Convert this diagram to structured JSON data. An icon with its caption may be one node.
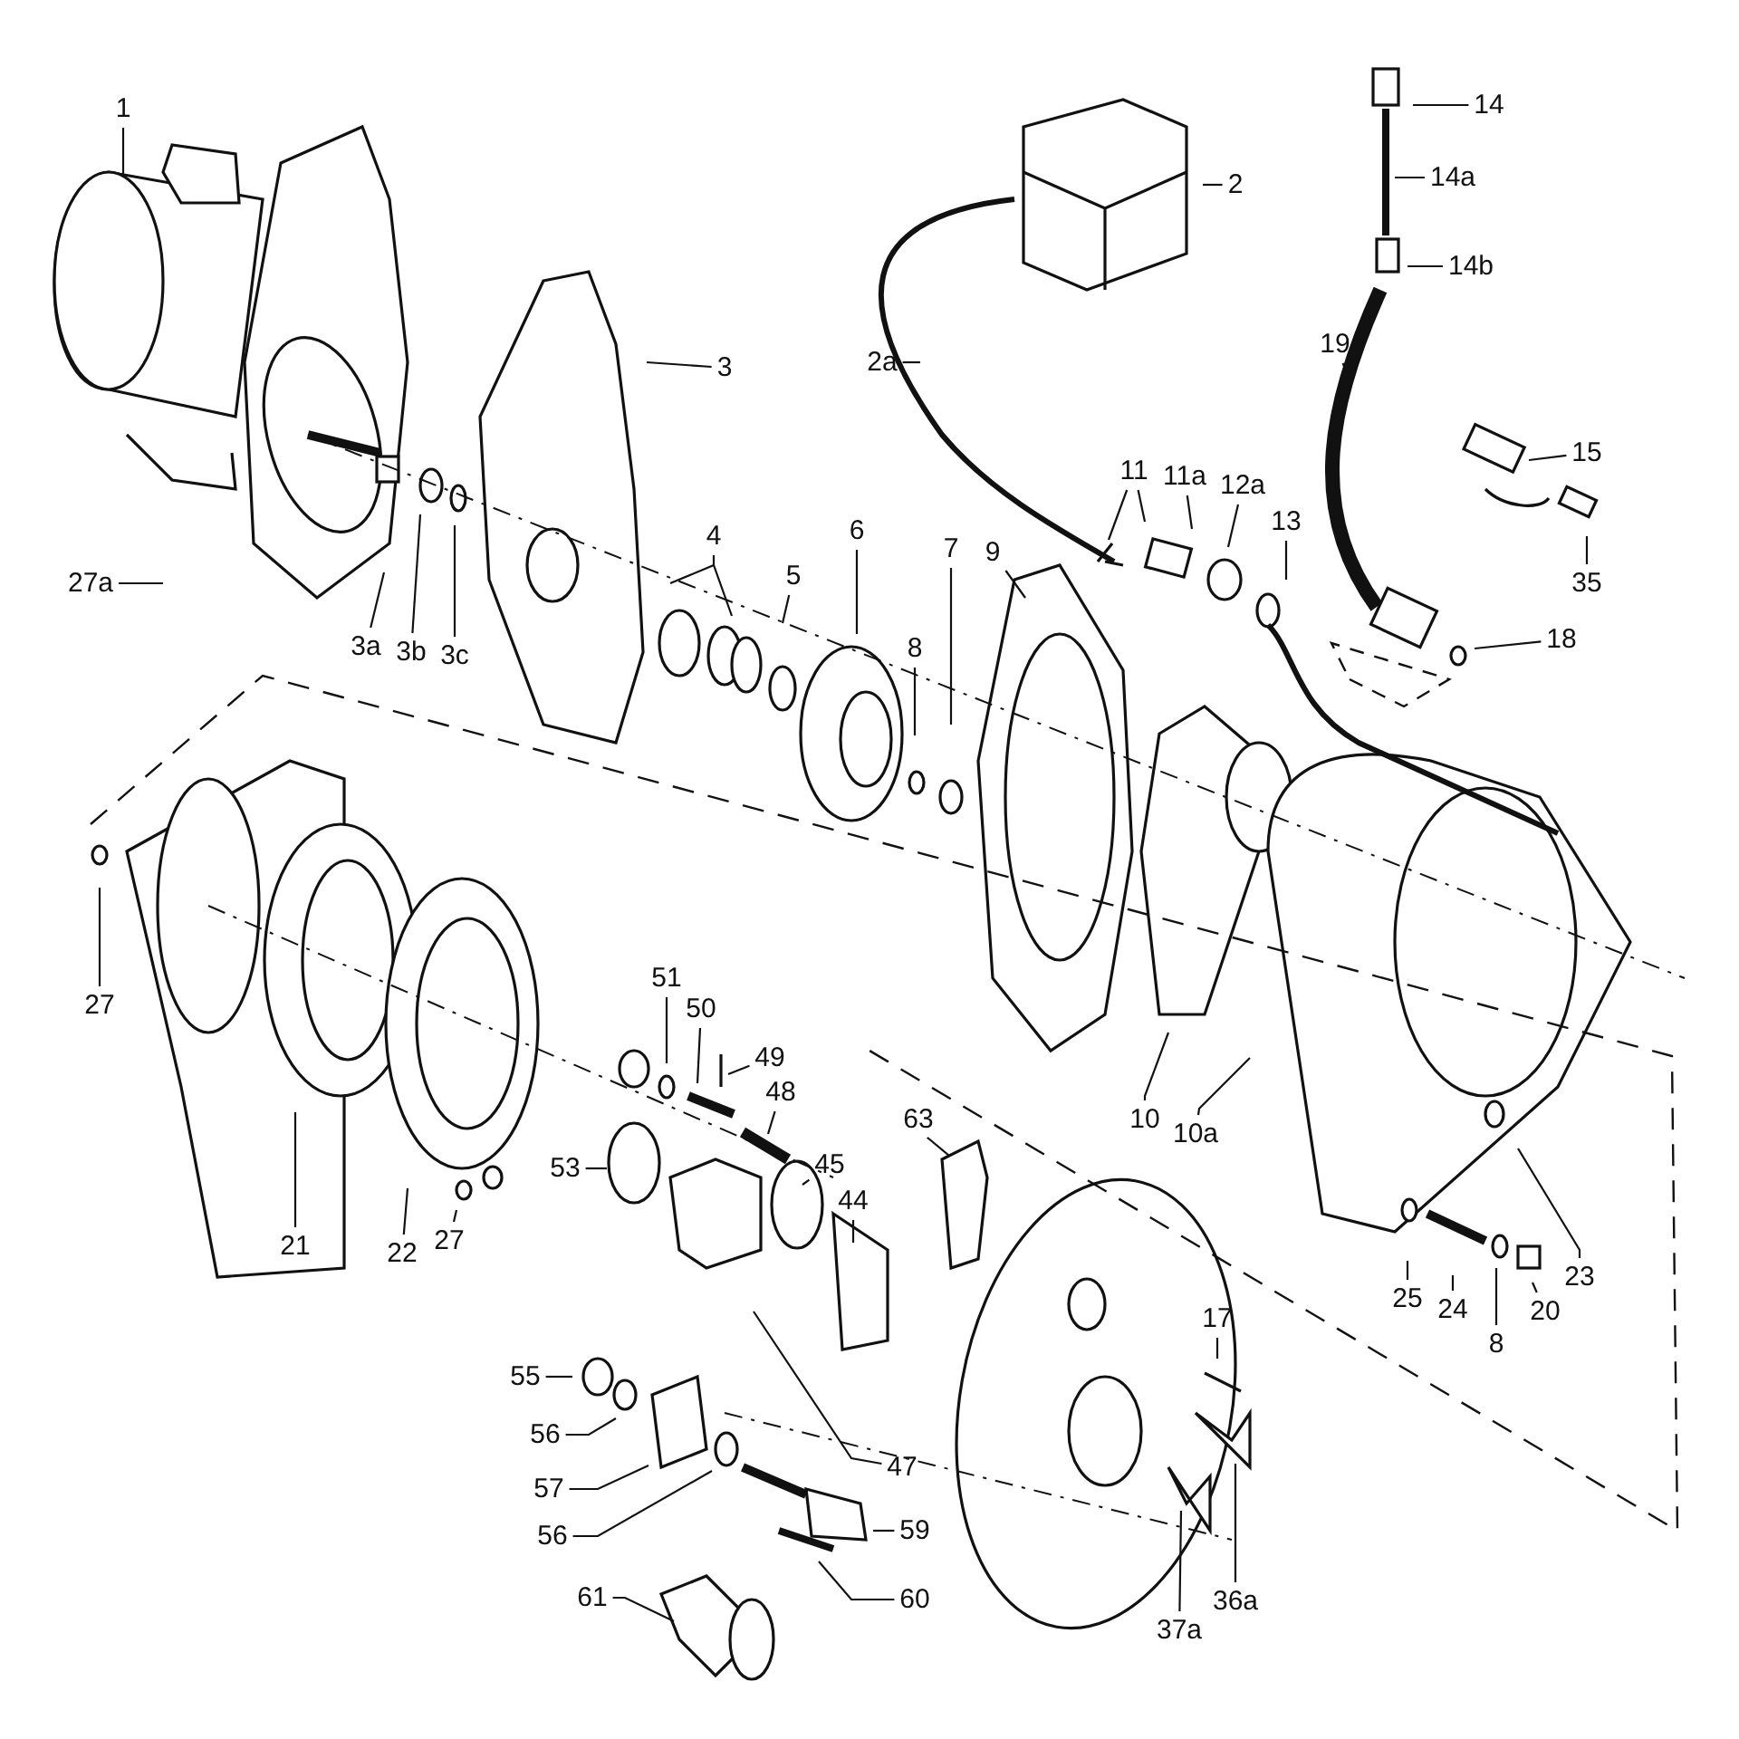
{
  "diagram": {
    "nodes": [
      {
        "text": [
          "1"
        ]
      },
      {
        "text": [
          "2"
        ]
      },
      {
        "text": [
          "3"
        ]
      },
      {
        "text": [
          "27a"
        ]
      },
      {
        "text": [
          "3a"
        ]
      },
      {
        "text": [
          "3b"
        ]
      },
      {
        "text": [
          "3c"
        ]
      },
      {
        "text": [
          "4"
        ]
      },
      {
        "text": [
          "5"
        ]
      },
      {
        "text": [
          "6"
        ]
      },
      {
        "text": [
          "7"
        ]
      },
      {
        "text": [
          "8"
        ]
      },
      {
        "text": [
          "9"
        ]
      },
      {
        "text": [
          "2a"
        ]
      },
      {
        "text": [
          "11"
        ]
      },
      {
        "text": [
          "11a"
        ]
      },
      {
        "text": [
          "12a"
        ]
      },
      {
        "text": [
          "13"
        ]
      },
      {
        "text": [
          "14"
        ]
      },
      {
        "text": [
          "14a"
        ]
      },
      {
        "text": [
          "14b"
        ]
      },
      {
        "text": [
          "19"
        ]
      },
      {
        "text": [
          "15"
        ]
      },
      {
        "text": [
          "35"
        ]
      },
      {
        "text": [
          "18"
        ]
      },
      {
        "text": [
          "27"
        ]
      },
      {
        "text": [
          "21"
        ]
      },
      {
        "text": [
          "22"
        ]
      },
      {
        "text": [
          "27"
        ]
      },
      {
        "text": [
          "51"
        ]
      },
      {
        "text": [
          "50"
        ]
      },
      {
        "text": [
          "49"
        ]
      },
      {
        "text": [
          "48"
        ]
      },
      {
        "text": [
          "45"
        ]
      },
      {
        "text": [
          "44"
        ]
      },
      {
        "text": [
          "53"
        ]
      },
      {
        "text": [
          "47"
        ]
      },
      {
        "text": [
          "55"
        ]
      },
      {
        "text": [
          "56"
        ]
      },
      {
        "text": [
          "57"
        ]
      },
      {
        "text": [
          "56"
        ]
      },
      {
        "text": [
          "61"
        ]
      },
      {
        "text": [
          "59"
        ]
      },
      {
        "text": [
          "60"
        ]
      },
      {
        "text": [
          "63"
        ]
      },
      {
        "text": [
          "17"
        ]
      },
      {
        "text": [
          "36a"
        ]
      },
      {
        "text": [
          "37a"
        ]
      },
      {
        "text": [
          "10"
        ]
      },
      {
        "text": [
          "10a"
        ]
      },
      {
        "text": [
          "23"
        ]
      },
      {
        "text": [
          "25"
        ]
      },
      {
        "text": [
          "24"
        ]
      },
      {
        "text": [
          "8"
        ]
      },
      {
        "text": [
          "20"
        ]
      }
    ],
    "edges": [
      {
        "from": 0,
        "to": null,
        "arrow": "none"
      },
      {
        "from": 1,
        "to": null,
        "arrow": "none"
      },
      {
        "from": 2,
        "to": null,
        "arrow": "none"
      },
      {
        "from": 3,
        "to": null,
        "arrow": "none"
      },
      {
        "from": 4,
        "to": null,
        "arrow": "none"
      },
      {
        "from": 5,
        "to": null,
        "arrow": "none"
      },
      {
        "from": 6,
        "to": null,
        "arrow": "none"
      },
      {
        "from": 7,
        "to": null,
        "arrow": "none"
      },
      {
        "from": 8,
        "to": null,
        "arrow": "none"
      },
      {
        "from": 9,
        "to": null,
        "arrow": "none"
      },
      {
        "from": 10,
        "to": null,
        "arrow": "none"
      },
      {
        "from": 11,
        "to": null,
        "arrow": "none"
      },
      {
        "from": 12,
        "to": null,
        "arrow": "none"
      },
      {
        "from": 13,
        "to": null,
        "arrow": "none"
      },
      {
        "from": 14,
        "to": null,
        "arrow": "none"
      },
      {
        "from": 14,
        "to": null,
        "arrow": "none"
      },
      {
        "from": 15,
        "to": null,
        "arrow": "none"
      },
      {
        "from": 16,
        "to": null,
        "arrow": "none"
      },
      {
        "from": 17,
        "to": null,
        "arrow": "none"
      },
      {
        "from": 18,
        "to": null,
        "arrow": "none"
      },
      {
        "from": 19,
        "to": null,
        "arrow": "none"
      },
      {
        "from": 20,
        "to": null,
        "arrow": "none"
      },
      {
        "from": 21,
        "to": null,
        "arrow": "none"
      },
      {
        "from": 22,
        "to": null,
        "arrow": "none"
      },
      {
        "from": 23,
        "to": null,
        "arrow": "none"
      },
      {
        "from": 24,
        "to": null,
        "arrow": "none"
      },
      {
        "from": 25,
        "to": null,
        "arrow": "none"
      },
      {
        "from": 26,
        "to": null,
        "arrow": "none"
      },
      {
        "from": 27,
        "to": null,
        "arrow": "none"
      },
      {
        "from": 28,
        "to": null,
        "arrow": "none"
      },
      {
        "from": 29,
        "to": null,
        "arrow": "none"
      },
      {
        "from": 30,
        "to": null,
        "arrow": "none"
      },
      {
        "from": 31,
        "to": null,
        "arrow": "none"
      },
      {
        "from": 32,
        "to": null,
        "arrow": "none"
      },
      {
        "from": 33,
        "to": null,
        "arrow": "none"
      },
      {
        "from": 34,
        "to": null,
        "arrow": "none"
      },
      {
        "from": 35,
        "to": null,
        "arrow": "none"
      },
      {
        "from": 36,
        "to": null,
        "arrow": "none"
      },
      {
        "from": 37,
        "to": null,
        "arrow": "none"
      },
      {
        "from": 38,
        "to": null,
        "arrow": "none"
      },
      {
        "from": 39,
        "to": null,
        "arrow": "none"
      },
      {
        "from": 40,
        "to": null,
        "arrow": "none"
      },
      {
        "from": 41,
        "to": null,
        "arrow": "none"
      },
      {
        "from": 42,
        "to": null,
        "arrow": "none"
      },
      {
        "from": 43,
        "to": null,
        "arrow": "none"
      },
      {
        "from": 44,
        "to": null,
        "arrow": "none"
      },
      {
        "from": 45,
        "to": null,
        "arrow": "none"
      },
      {
        "from": 46,
        "to": null,
        "arrow": "none"
      },
      {
        "from": 47,
        "to": null,
        "arrow": "none"
      },
      {
        "from": 48,
        "to": null,
        "arrow": "none"
      },
      {
        "from": 49,
        "to": null,
        "arrow": "none"
      },
      {
        "from": 50,
        "to": null,
        "arrow": "none"
      },
      {
        "from": 51,
        "to": null,
        "arrow": "none"
      },
      {
        "from": 52,
        "to": null,
        "arrow": "none"
      },
      {
        "from": 53,
        "to": null,
        "arrow": "none"
      },
      {
        "from": 54,
        "to": null,
        "arrow": "none"
      }
    ]
  }
}
